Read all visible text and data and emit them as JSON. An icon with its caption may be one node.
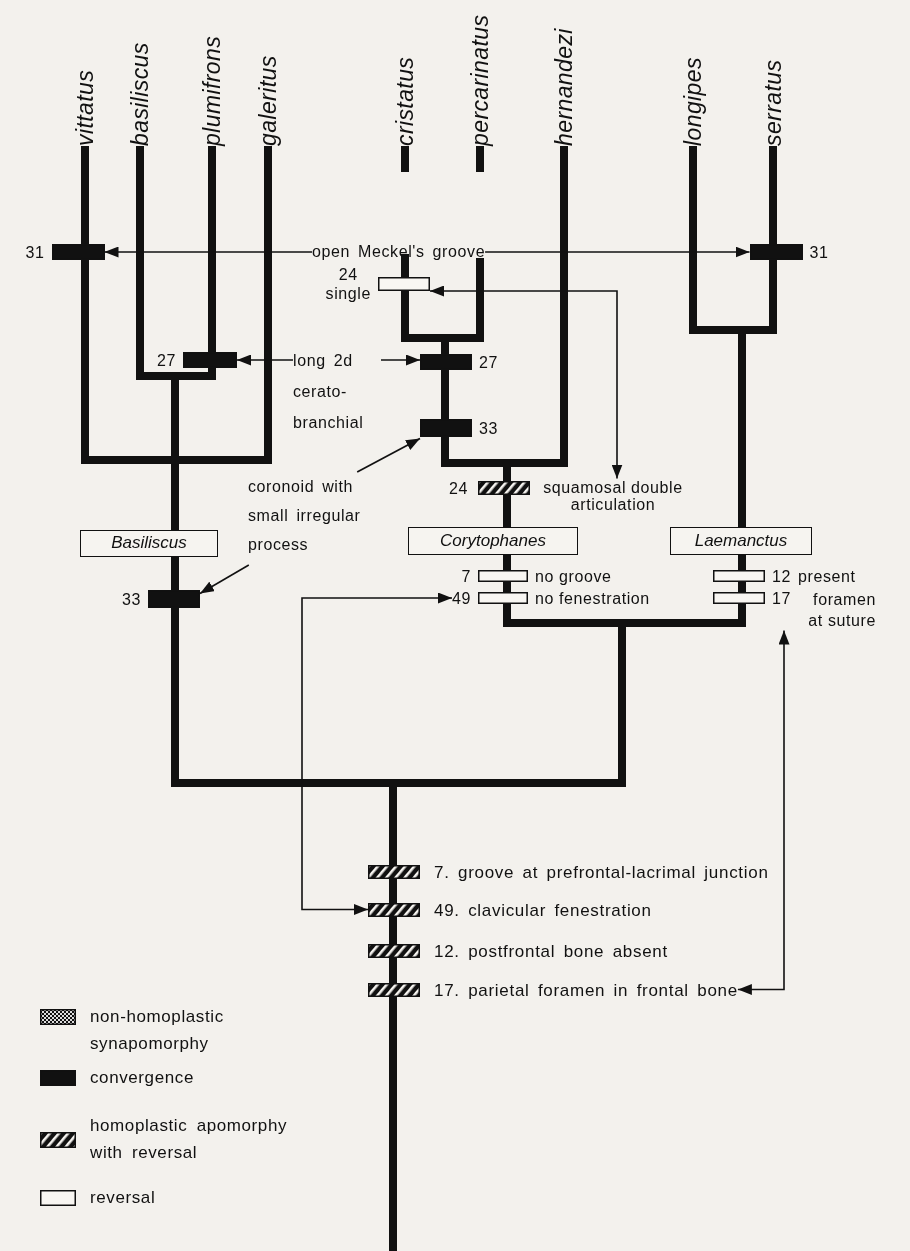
{
  "diagram": {
    "nodes": [
      {
        "text": [
          "31"
        ]
      },
      {
        "text": [
          "open Meckel's groove"
        ]
      },
      {
        "text": [
          "31"
        ]
      },
      {
        "text": [
          "24",
          "single"
        ]
      },
      {
        "text": [
          "27"
        ]
      },
      {
        "text": [
          "long 2d cerato-branchial"
        ]
      },
      {
        "text": [
          "27"
        ]
      },
      {
        "text": [
          "33"
        ]
      },
      {
        "text": [
          "coronoid with small irregular process"
        ]
      },
      {
        "text": [
          "24",
          "squamosal double articulation"
        ]
      },
      {
        "text": [
          "Basiliscus"
        ]
      },
      {
        "text": [
          "Corytophanes"
        ]
      },
      {
        "text": [
          "Laemanctus"
        ]
      },
      {
        "text": [
          "33"
        ]
      },
      {
        "text": [
          "7",
          "no groove"
        ]
      },
      {
        "text": [
          "12",
          "present"
        ]
      },
      {
        "text": [
          "49",
          "no fenestration"
        ]
      },
      {
        "text": [
          "17",
          "foramen at suture"
        ]
      },
      {
        "text": [
          "7. groove at prefrontal-lacrimal junction"
        ]
      },
      {
        "text": [
          "49. clavicular fenestration"
        ]
      },
      {
        "text": [
          "12. postfrontal bone absent"
        ]
      },
      {
        "text": [
          "17. parietal foramen in frontal bone"
        ]
      }
    ],
    "edges": [
      {
        "from": 1,
        "to": 0,
        "arrow": "to"
      },
      {
        "from": 1,
        "to": 2,
        "arrow": "to"
      },
      {
        "from": 3,
        "to": 9,
        "arrow": "both"
      },
      {
        "from": 5,
        "to": 4,
        "arrow": "to"
      },
      {
        "from": 5,
        "to": 6,
        "arrow": "to"
      },
      {
        "from": 8,
        "to": 7,
        "arrow": "to"
      },
      {
        "from": 8,
        "to": 13,
        "arrow": "to"
      },
      {
        "from": 19,
        "to": 16,
        "arrow": "both"
      },
      {
        "from": 21,
        "to": 17,
        "arrow": "both"
      }
    ],
    "labels": [
      "vittatus",
      "basiliscus",
      "plumifrons",
      "galeritus",
      "cristatus",
      "percarinatus",
      "hernandezi",
      "longipes",
      "serratus"
    ],
    "legend": [
      {
        "text": "non-homoplastic synapomorphy"
      },
      {
        "text": "convergence",
        "color": "#111111"
      },
      {
        "text": "homoplastic apomorphy with reversal"
      },
      {
        "text": "reversal"
      }
    ]
  }
}
